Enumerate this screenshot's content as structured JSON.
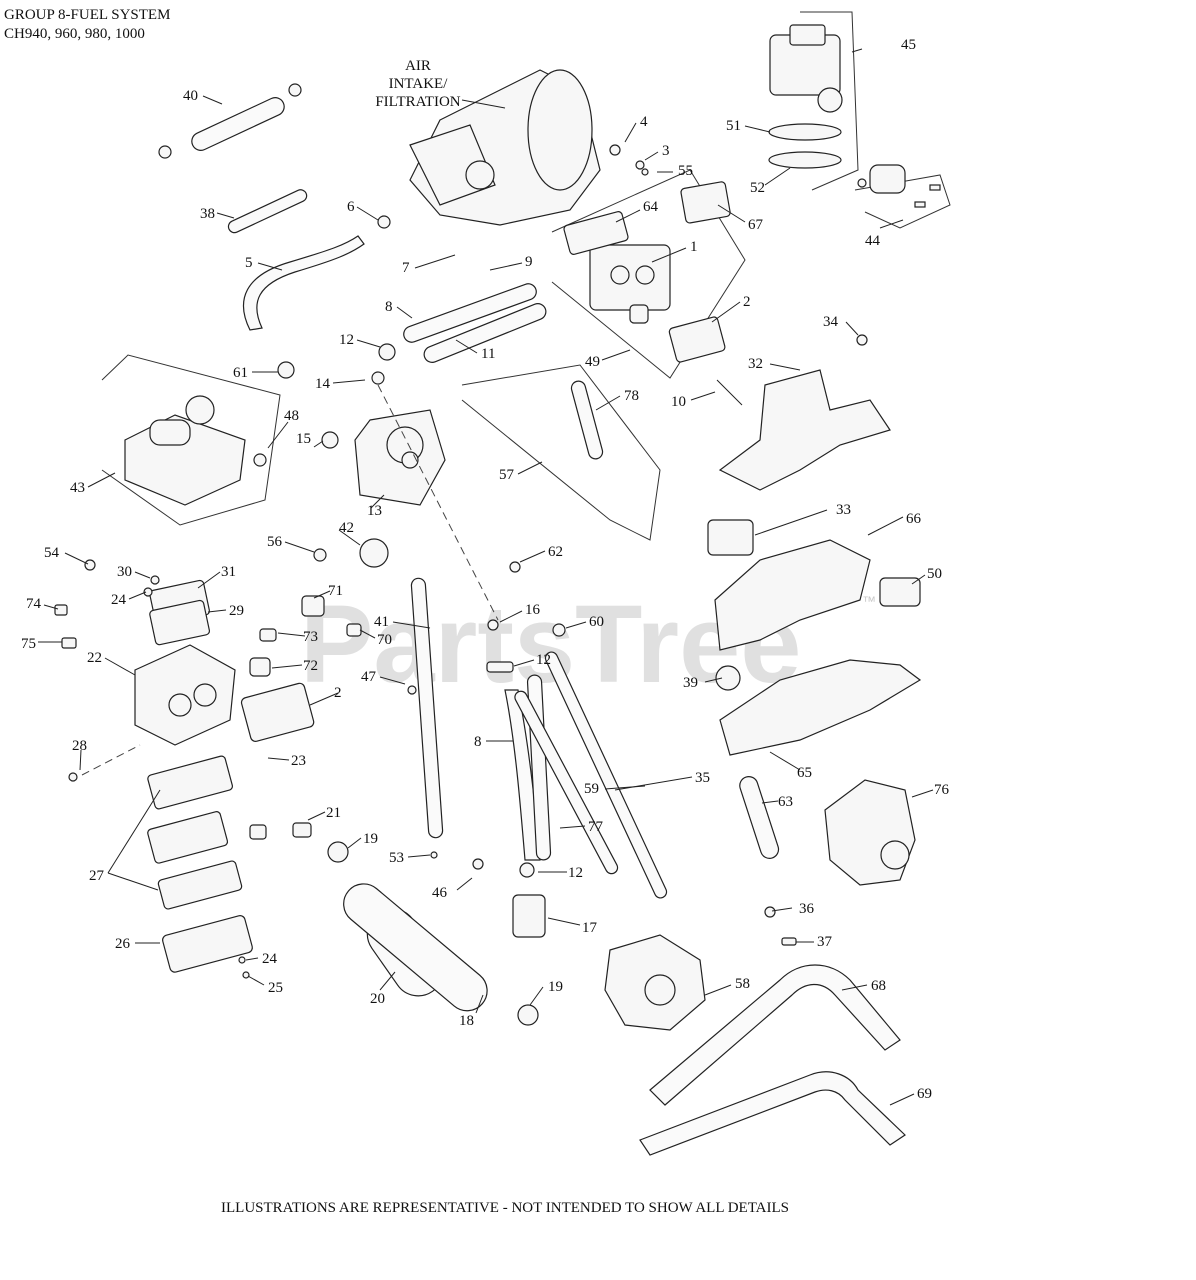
{
  "header": {
    "line1": "GROUP 8-FUEL SYSTEM",
    "line2": "CH940, 960, 980, 1000"
  },
  "air_intake_label": [
    "AIR",
    "INTAKE/",
    "FILTRATION"
  ],
  "footer": "ILLUSTRATIONS ARE REPRESENTATIVE - NOT INTENDED TO SHOW ALL DETAILS",
  "watermark": "PartsTree",
  "watermark_tm": "™",
  "callouts": [
    "45",
    "40",
    "4",
    "3",
    "55",
    "51",
    "52",
    "67",
    "64",
    "6",
    "1",
    "38",
    "7",
    "9",
    "5",
    "44",
    "8",
    "2",
    "12",
    "11",
    "49",
    "34",
    "32",
    "10",
    "61",
    "14",
    "78",
    "48",
    "15",
    "43",
    "57",
    "13",
    "33",
    "66",
    "42",
    "56",
    "54",
    "62",
    "30",
    "31",
    "24",
    "74",
    "29",
    "71",
    "41",
    "16",
    "60",
    "75",
    "73",
    "70",
    "22",
    "72",
    "12",
    "39",
    "50",
    "47",
    "2",
    "8",
    "28",
    "35",
    "59",
    "65",
    "23",
    "63",
    "77",
    "21",
    "76",
    "19",
    "53",
    "12",
    "46",
    "27",
    "36",
    "17",
    "37",
    "26",
    "24",
    "58",
    "19",
    "68",
    "25",
    "20",
    "18",
    "69"
  ]
}
